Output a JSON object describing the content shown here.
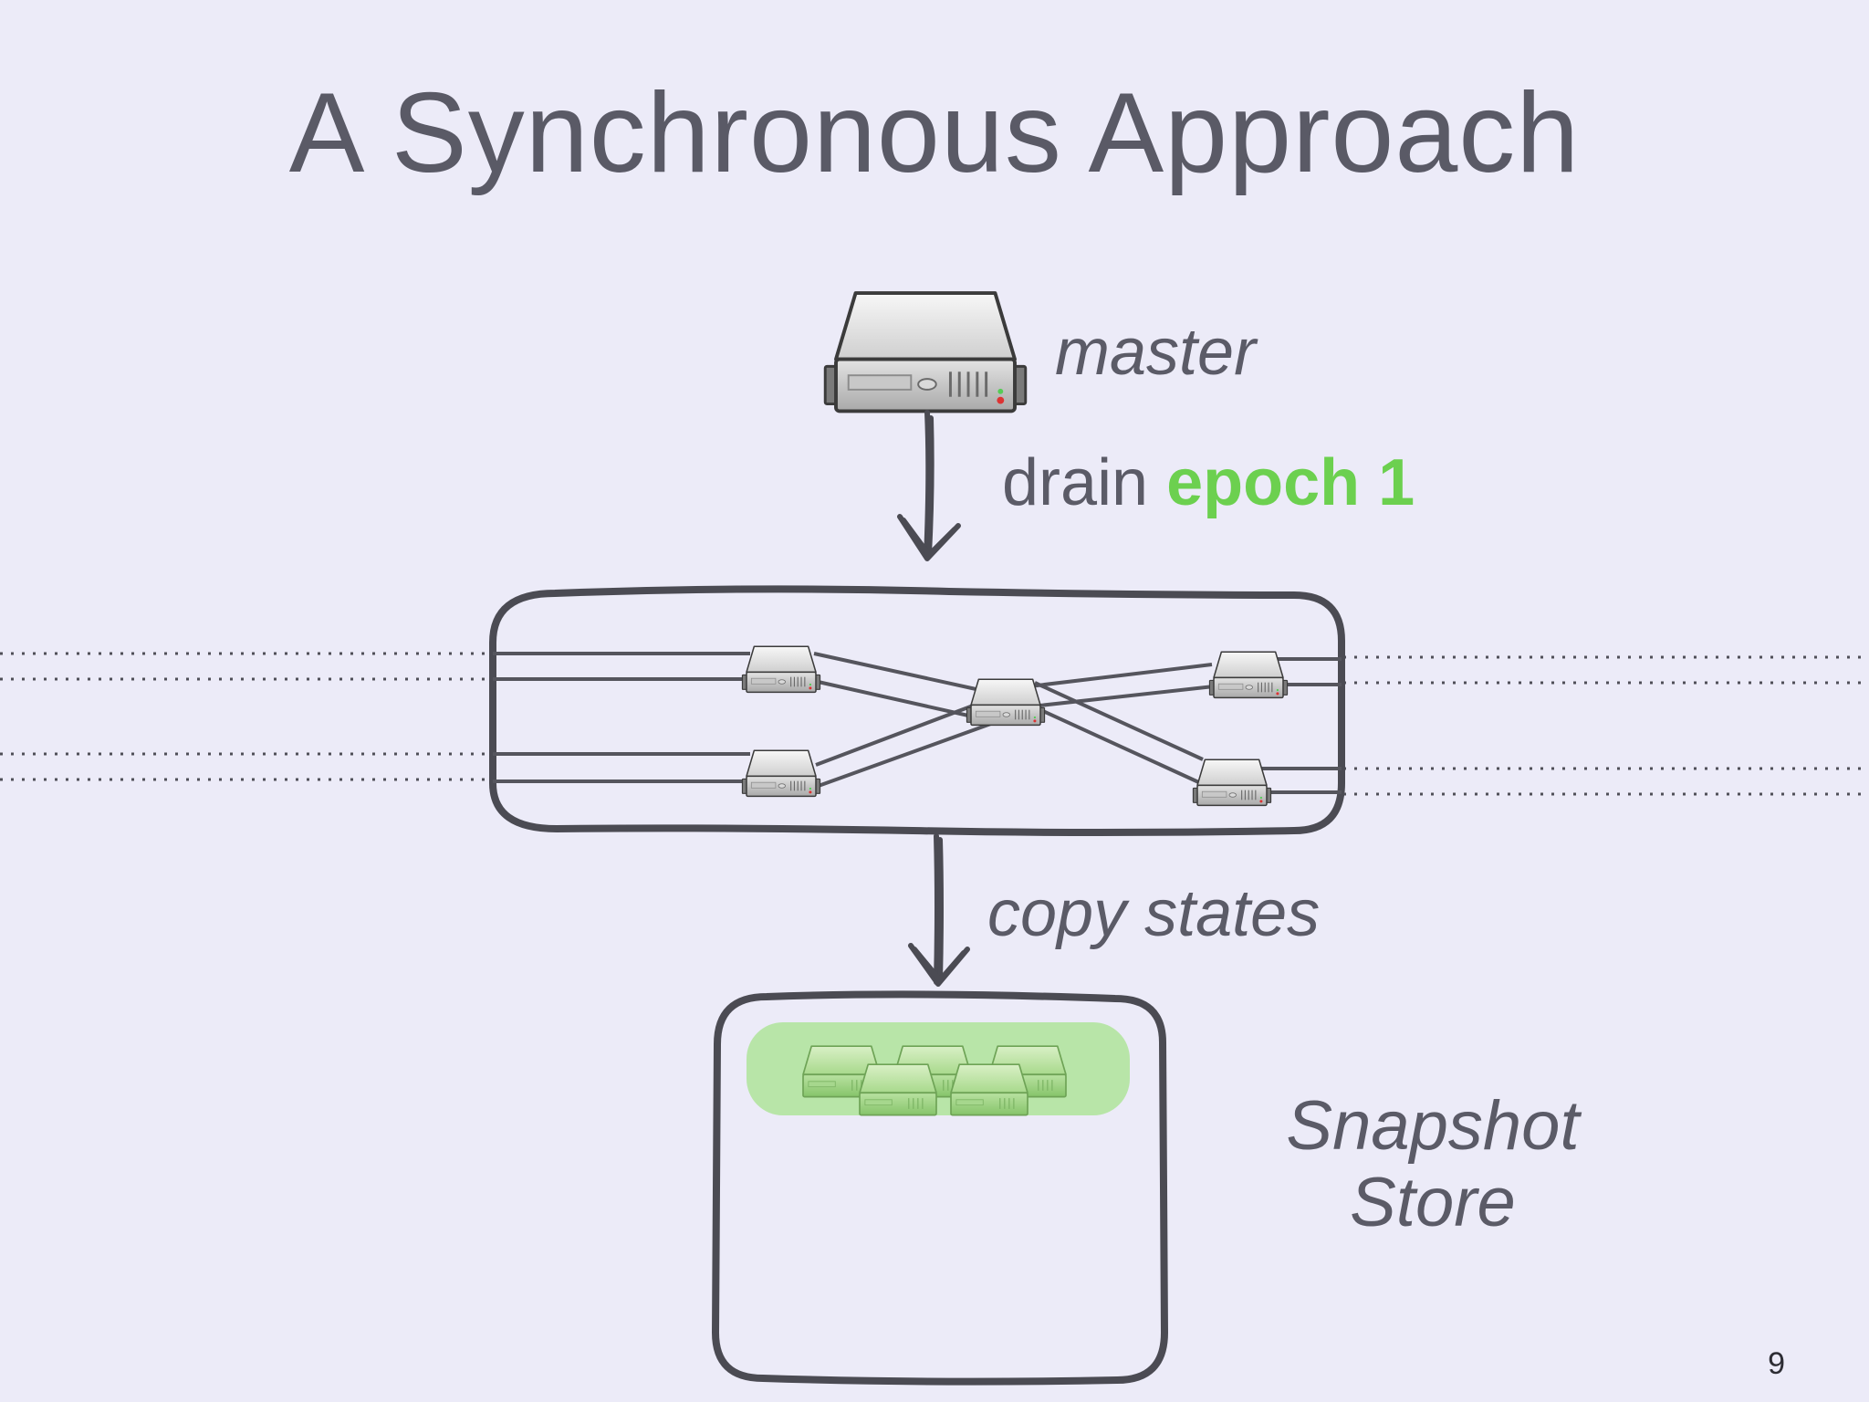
{
  "slide": {
    "title": "A Synchronous Approach",
    "page_number": "9"
  },
  "labels": {
    "master": "master",
    "drain_prefix": "drain",
    "epoch": "epoch 1",
    "copy_states": "copy states",
    "snapshot_store_line1": "Snapshot",
    "snapshot_store_line2": "Store"
  },
  "colors": {
    "background": "#ecebf8",
    "text": "#5a5a66",
    "epoch_highlight": "#6cd04f",
    "outline": "#4b4b53",
    "snapshot_highlight": "#b5e5a3"
  },
  "icons": {
    "master": "server-icon",
    "network_nodes": "server-icon",
    "snapshot_servers": "server-icon"
  }
}
